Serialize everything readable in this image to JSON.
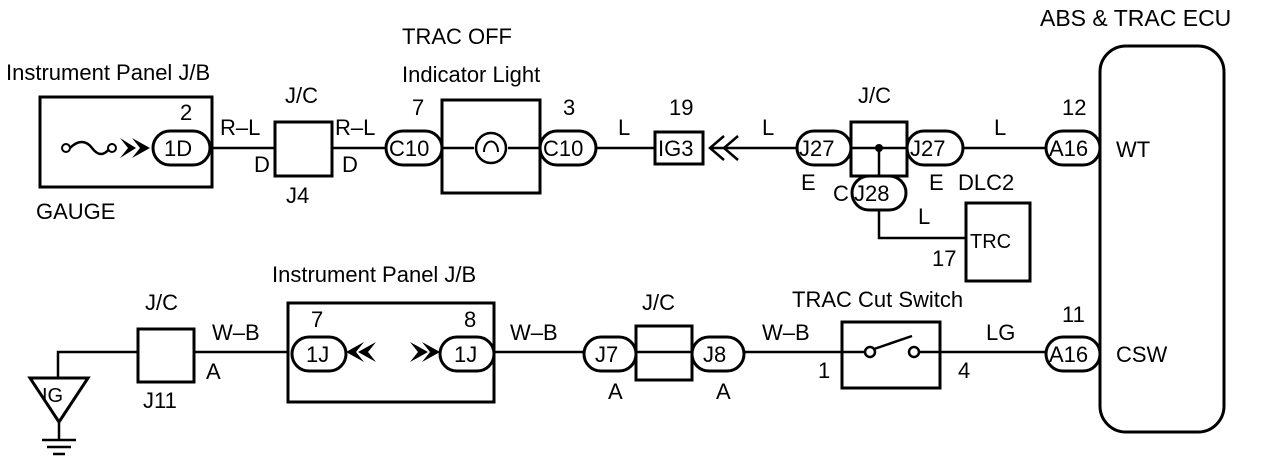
{
  "diagram": {
    "ecu": {
      "title": "ABS & TRAC ECU",
      "wt": "WT",
      "csw": "CSW"
    },
    "instrument_panel_jb_top": {
      "title": "Instrument Panel J/B",
      "gauge": "GAUGE",
      "pin": "2",
      "connector": "1D"
    },
    "jc_j4": {
      "title": "J/C",
      "name": "J4",
      "left_pin": "D",
      "right_pin": "D"
    },
    "trac_off_light": {
      "title_line1": "TRAC OFF",
      "title_line2": "Indicator Light",
      "left_pin": "7",
      "left_connector": "C10",
      "right_pin": "3",
      "right_connector": "C10"
    },
    "ig3": {
      "pin": "19",
      "connector": "IG3"
    },
    "jc_j27_j28": {
      "title": "J/C",
      "left_connector": "J27",
      "right_connector": "J27",
      "bottom_connector": "J28",
      "left_pin": "E",
      "right_pin": "E",
      "bottom_pin": "C"
    },
    "ecu_pin_wt": {
      "pin": "12",
      "connector": "A16"
    },
    "dlc2": {
      "title": "DLC2",
      "pin": "17",
      "terminal": "TRC"
    },
    "ig_ground": {
      "label": "IG"
    },
    "jc_j11": {
      "title": "J/C",
      "name": "J11",
      "pin": "A"
    },
    "instrument_panel_jb_bottom": {
      "title": "Instrument Panel J/B",
      "left_pin": "7",
      "left_connector": "1J",
      "right_pin": "8",
      "right_connector": "1J"
    },
    "jc_j7_j8": {
      "title": "J/C",
      "left_connector": "J7",
      "right_connector": "J8",
      "left_pin": "A",
      "right_pin": "A"
    },
    "trac_cut_switch": {
      "title": "TRAC Cut Switch",
      "left_pin": "1",
      "right_pin": "4"
    },
    "ecu_pin_csw": {
      "pin": "11",
      "connector": "A16"
    },
    "wires": {
      "gauge_to_j4": "R–L",
      "j4_to_light": "R–L",
      "light_to_ig3": "L",
      "ig3_to_j27": "L",
      "j27_to_ecu": "L",
      "j28_to_dlc2": "L",
      "ig_to_jb": "W–B",
      "jb_to_j7": "W–B",
      "j8_to_switch": "W–B",
      "switch_to_ecu": "LG"
    }
  }
}
